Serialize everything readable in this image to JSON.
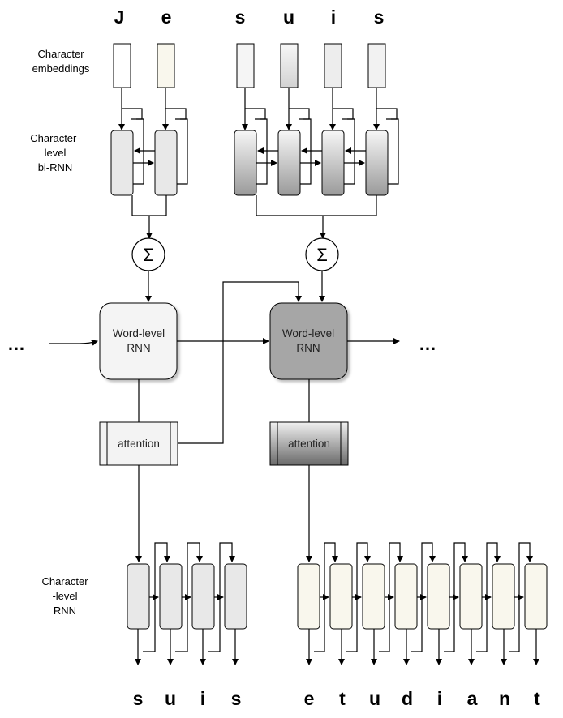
{
  "input_chars": {
    "word1": [
      "J",
      "e"
    ],
    "word2": [
      "s",
      "u",
      "i",
      "s"
    ]
  },
  "output_chars": {
    "word1": [
      "s",
      "u",
      "i",
      "s"
    ],
    "word2": [
      "e",
      "t",
      "u",
      "d",
      "i",
      "a",
      "n",
      "t"
    ]
  },
  "labels": {
    "char_embeddings": [
      "Character",
      "embeddings"
    ],
    "char_birnn": [
      "Character-",
      "level",
      "bi-RNN"
    ],
    "char_rnn": [
      "Character",
      "-level",
      "RNN"
    ]
  },
  "sum_symbol": "Σ",
  "word_rnn_label": [
    "Word-level",
    "RNN"
  ],
  "attention_label": "attention",
  "ellipsis": "…",
  "colors": {
    "light_gray": "#f2f2f2",
    "mid_gray": "#e6e6e6",
    "dark_gray": "#a6a6a6",
    "cream": "#f9f7ed"
  }
}
